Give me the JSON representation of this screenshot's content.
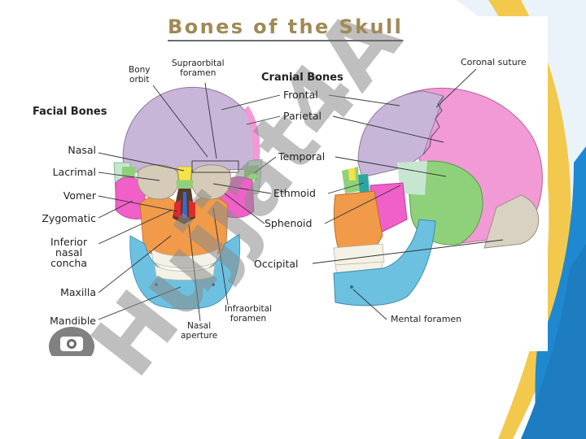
{
  "title": "Bones of the Skull",
  "headers": {
    "cranial": "Cranial Bones",
    "facial": "Facial Bones"
  },
  "labels": {
    "bony_orbit": [
      "Bony",
      "orbit"
    ],
    "supraorbital_foramen": [
      "Supraorbital",
      "foramen"
    ],
    "coronal_suture": "Coronal suture",
    "frontal": "Frontal",
    "parietal": "Parietal",
    "temporal": "Temporal",
    "ethmoid": "Ethmoid",
    "sphenoid": "Sphenoid",
    "occipital": "Occipital",
    "nasal": "Nasal",
    "lacrimal": "Lacrimal",
    "vomer": "Vomer",
    "zygomatic": "Zygomatic",
    "inferior_nasal_concha": [
      "Inferior",
      "nasal",
      "concha"
    ],
    "maxilla": "Maxilla",
    "mandible": "Mandible",
    "nasal_aperture": [
      "Nasal",
      "aperture"
    ],
    "infraorbital_foramen": [
      "Infraorbital",
      "foramen"
    ],
    "mental_foramen": "Mental foramen"
  },
  "watermark_text": "Hujjat4A",
  "colors": {
    "frontal": "#c8b6d8",
    "parietal": "#f19ad6",
    "temporal": "#c7e6d0",
    "occipital": "#d9d1c2",
    "zygomatic": "#f060c8",
    "maxilla": "#f09a4a",
    "mandible": "#6cc0e0",
    "sphenoid": "#8fd17a",
    "ethmoid": "#f3e24a",
    "title": "#a08a55",
    "accent_blue": "#1e88d0",
    "accent_yellow": "#f2c94c"
  }
}
